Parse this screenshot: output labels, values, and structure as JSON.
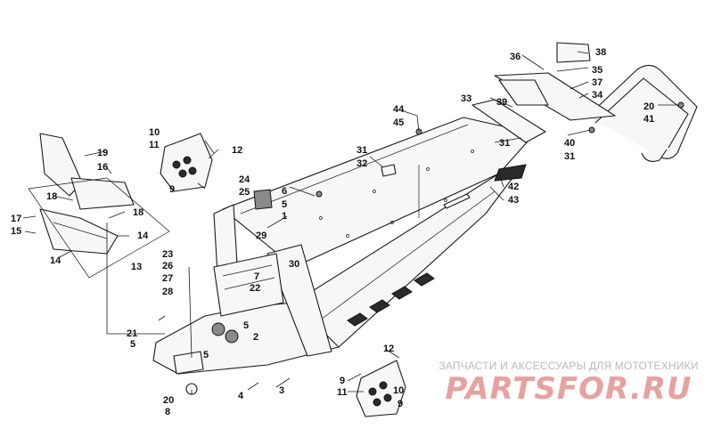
{
  "diagram": {
    "callouts": [
      "1",
      "2",
      "3",
      "4",
      "5",
      "5",
      "5",
      "5",
      "6",
      "7",
      "8",
      "9",
      "9",
      "9",
      "10",
      "10",
      "11",
      "11",
      "12",
      "12",
      "13",
      "14",
      "14",
      "15",
      "16",
      "17",
      "18",
      "18",
      "19",
      "20",
      "20",
      "21",
      "22",
      "23",
      "24",
      "25",
      "26",
      "27",
      "28",
      "29",
      "30",
      "31",
      "31",
      "31",
      "32",
      "33",
      "34",
      "35",
      "36",
      "37",
      "38",
      "39",
      "40",
      "41",
      "42",
      "43",
      "44",
      "45"
    ]
  },
  "watermark": {
    "tagline": "ЗАПЧАСТИ И АКСЕССУАРЫ ДЛЯ МОТОТЕХНИКИ",
    "logo_text": "PARTSFOR.RU"
  },
  "colors": {
    "line": "#1a1a1a",
    "watermark_text": "#b9b9b9",
    "watermark_logo": "#e6a1a1"
  }
}
